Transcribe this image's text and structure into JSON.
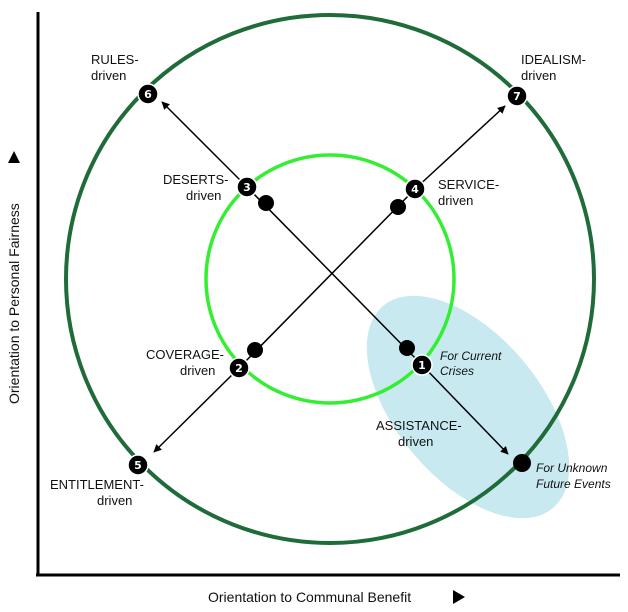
{
  "axes": {
    "x_label": "Orientation to Communal Benefit",
    "y_label": "Orientation to Personal Fairness"
  },
  "colors": {
    "outer_circle": "#1f6b3a",
    "inner_circle": "#33ee33",
    "highlight": "#c9e9f1",
    "ink": "#000000"
  },
  "nodes": {
    "n1": {
      "num": "1",
      "line1": "ASSISTANCE-",
      "line2": "driven"
    },
    "n2": {
      "num": "2",
      "line1": "COVERAGE-",
      "line2": "driven"
    },
    "n3": {
      "num": "3",
      "line1": "DESERTS-",
      "line2": "driven"
    },
    "n4": {
      "num": "4",
      "line1": "SERVICE-",
      "line2": "driven"
    },
    "n5": {
      "num": "5",
      "line1": "ENTITLEMENT-",
      "line2": "driven"
    },
    "n6": {
      "num": "6",
      "line1": "RULES-",
      "line2": "driven"
    },
    "n7": {
      "num": "7",
      "line1": "IDEALISM-",
      "line2": "driven"
    }
  },
  "annotations": {
    "current": {
      "line1": "For Current",
      "line2": "Crises"
    },
    "future": {
      "line1": "For Unknown",
      "line2": "Future Events"
    }
  }
}
